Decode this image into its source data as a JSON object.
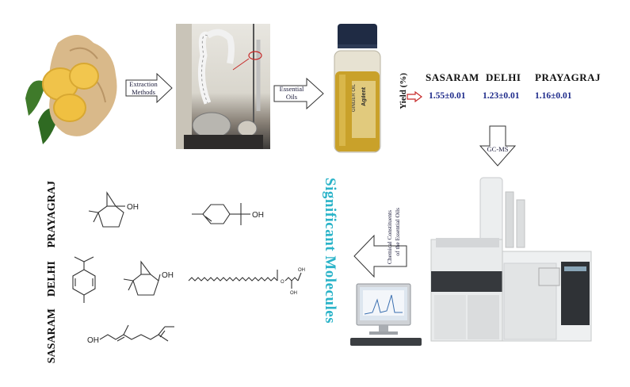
{
  "flow_labels": {
    "extraction": [
      "Extraction",
      "Methods"
    ],
    "essential_oils": [
      "Essential",
      "Oils"
    ],
    "gcms": "GC-MS",
    "chemical_constituents": [
      "Chemical Constituents",
      "of the Essential Oils"
    ]
  },
  "vial_labels": [
    "GINGER OIL",
    "Agilent"
  ],
  "yield": {
    "axis_label": "Yield (%)",
    "columns": [
      {
        "site": "SASARAM",
        "value": "1.55±0.01"
      },
      {
        "site": "DELHI",
        "value": "1.23±0.01"
      },
      {
        "site": "PRAYAGRAJ",
        "value": "1.16±0.01"
      }
    ]
  },
  "molecules_title": "Significant Molecules",
  "rows": [
    "PRAYAGRAJ",
    "DELHI",
    "SASARAM"
  ],
  "atoms": {
    "hydroxyl": "OH",
    "ester_o": "O",
    "alcohol_oh": "OH"
  },
  "colors": {
    "title_cyan": "#2ab3c8",
    "value_blue": "#1d2a8a",
    "oil_gold": "#c9a12a"
  }
}
